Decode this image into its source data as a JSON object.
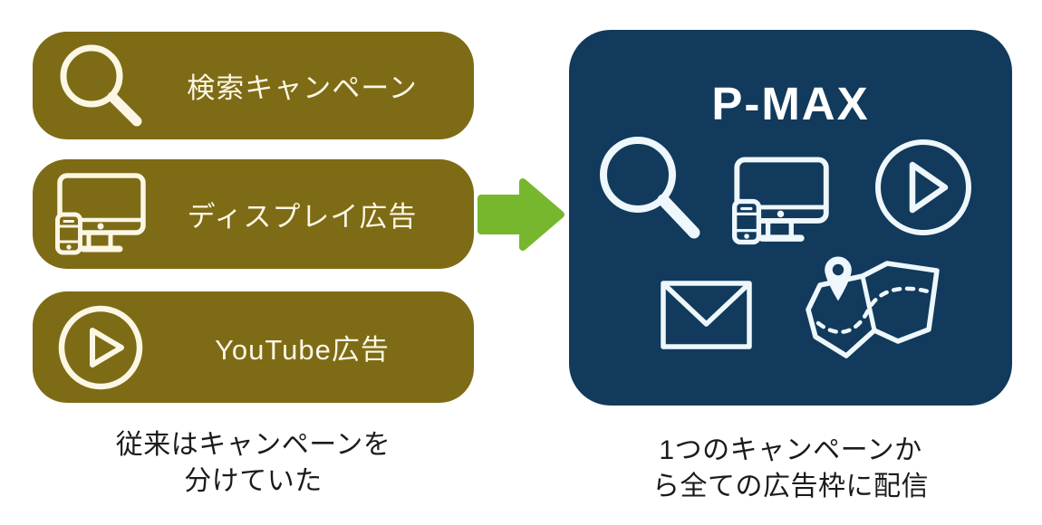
{
  "colors": {
    "olive_box": "#7e6b16",
    "navy_panel": "#113a5c",
    "arrow_green": "#77b72d",
    "box_ink": "#fcf7e4",
    "panel_ink": "#eef7fb",
    "caption_text": "#1b1b1b",
    "background": "#ffffff"
  },
  "legacy": {
    "items": [
      {
        "label": "検索キャンペーン",
        "icon": "search-icon"
      },
      {
        "label": "ディスプレイ広告",
        "icon": "devices-icon"
      },
      {
        "label": "YouTube広告",
        "icon": "play-icon"
      }
    ],
    "caption_line1": "従来はキャンペーンを",
    "caption_line2": "分けていた"
  },
  "arrow": {
    "icon": "right-arrow-icon",
    "color": "#77b72d"
  },
  "pmax": {
    "title": "P-MAX",
    "icons": [
      "search-icon",
      "devices-icon",
      "play-icon",
      "mail-icon",
      "map-icon"
    ],
    "caption_line1": "1つのキャンペーンか",
    "caption_line2": "ら全ての広告枠に配信"
  }
}
